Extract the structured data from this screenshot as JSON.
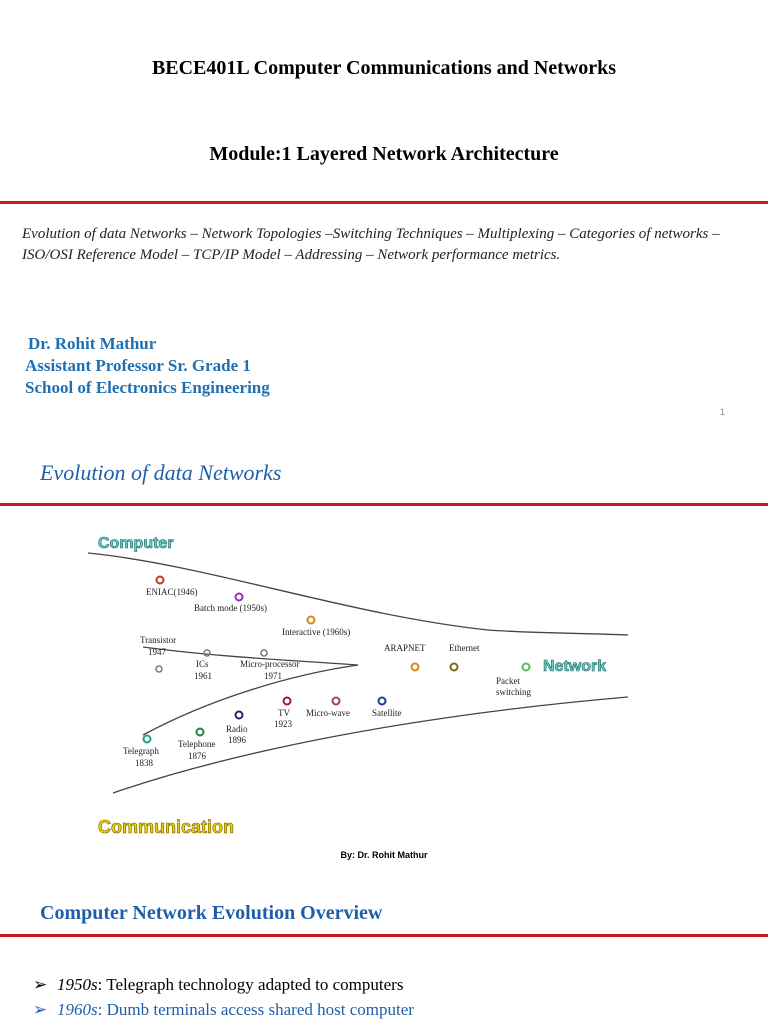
{
  "slide1": {
    "course_title": "BECE401L  Computer Communications and Networks",
    "module_title": "Module:1 Layered Network Architecture",
    "topics": "Evolution of data Networks – Network Topologies –Switching Techniques – Multiplexing – Categories of networks – ISO/OSI Reference Model – TCP/IP Model – Addressing – Network performance metrics.",
    "author_name": "Dr. Rohit Mathur",
    "author_title": "Assistant Professor Sr. Grade 1",
    "author_school": "School of Electronics Engineering",
    "page_number": "1"
  },
  "slide2": {
    "heading": "Evolution of data Networks",
    "byline": "By: Dr. Rohit Mathur",
    "diagram": {
      "computer_label": "Computer",
      "network_label": "Network",
      "communication_label": "Communication",
      "nodes": [
        {
          "label": "ENIAC(1946)",
          "color": "#c0392b"
        },
        {
          "label": "Batch mode (1950s)",
          "color": "#9b2fae"
        },
        {
          "label": "Interactive (1960s)",
          "color": "#d68910"
        },
        {
          "label": "Transistor 1947",
          "color": "#777777"
        },
        {
          "label": "ICs 1961",
          "color": "#777777"
        },
        {
          "label": "Micro-processor 1971",
          "color": "#777777"
        },
        {
          "label": "ARAPNET",
          "color": "#d68910"
        },
        {
          "label": "Ethernet",
          "color": "#7d6b20"
        },
        {
          "label": "Packet switching",
          "color": "#5cb85c"
        },
        {
          "label": "TV 1923",
          "color": "#a0183a"
        },
        {
          "label": "Micro-wave",
          "color": "#b03a5b"
        },
        {
          "label": "Satellite",
          "color": "#1b3f9c"
        },
        {
          "label": "Radio 1896",
          "color": "#1b2a6b"
        },
        {
          "label": "Telephone 1876",
          "color": "#1e8449"
        },
        {
          "label": "Telegraph 1838",
          "color": "#17a589"
        }
      ]
    }
  },
  "slide3": {
    "heading": "Computer Network Evolution Overview",
    "bullets": [
      {
        "year": "1950s",
        "text": ": Telegraph technology adapted to computers"
      },
      {
        "year": "1960s",
        "text": ": Dumb terminals access shared host computer"
      }
    ]
  }
}
